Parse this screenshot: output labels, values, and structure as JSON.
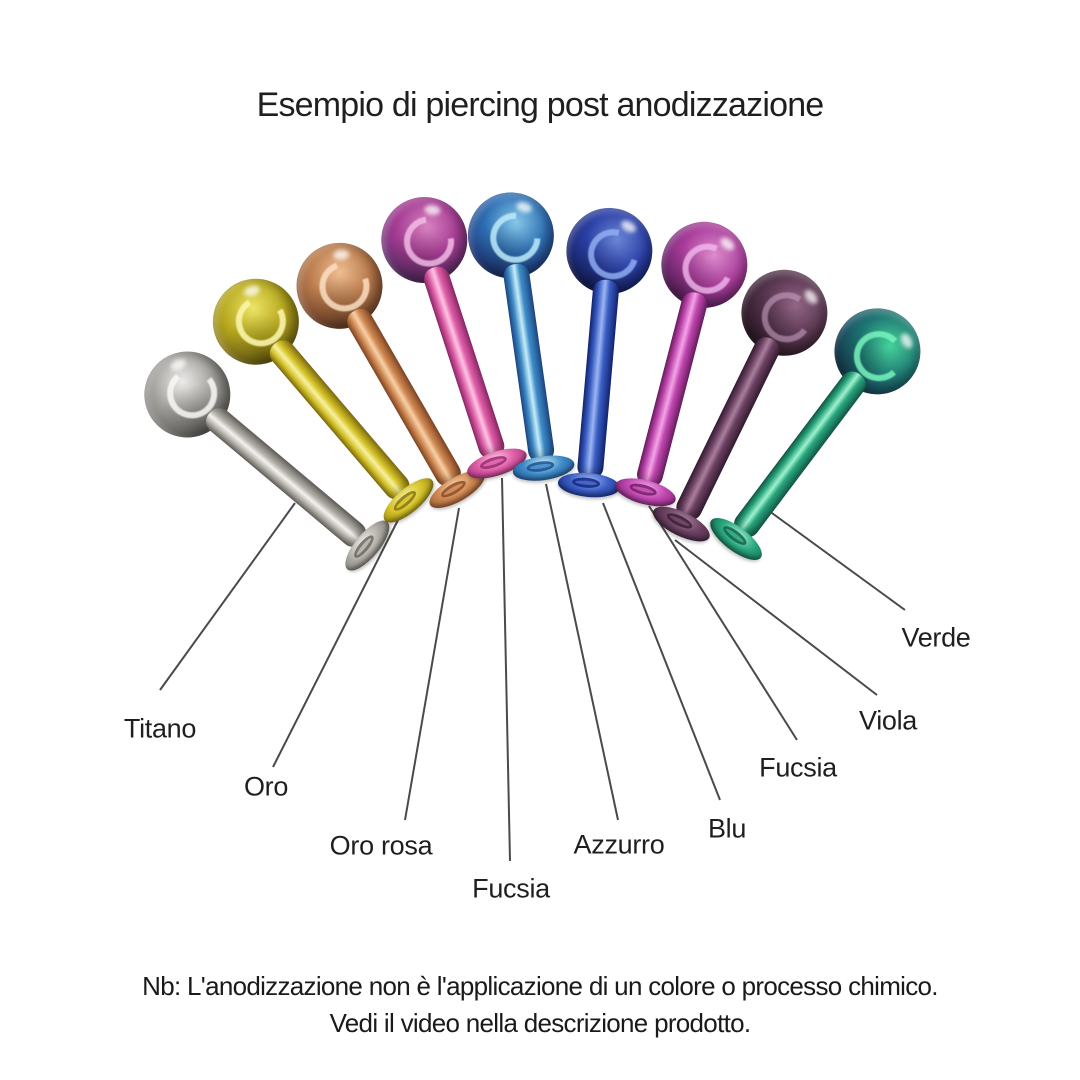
{
  "title": "Esempio di piercing post anodizzazione",
  "note": {
    "line1": "Nb: L'anodizzazione non è l'applicazione di un colore o processo chimico.",
    "line2": "Vedi il video nella descrizione prodotto."
  },
  "colors": {
    "background": "#ffffff",
    "text": "#1f1f1f",
    "leader_line": "#4a4a4a"
  },
  "items": [
    {
      "label": "Titano",
      "color_hex": "#a2a09c"
    },
    {
      "label": "Oro",
      "color_hex": "#b7a81e"
    },
    {
      "label": "Oro rosa",
      "color_hex": "#b97a4b"
    },
    {
      "label": "Fucsia",
      "color_hex": "#a53b92"
    },
    {
      "label": "Azzurro",
      "color_hex": "#2e6eb3"
    },
    {
      "label": "Blu",
      "color_hex": "#2a3fa5"
    },
    {
      "label": "Fucsia",
      "color_hex": "#aa3d9b"
    },
    {
      "label": "Viola",
      "color_hex": "#593750"
    },
    {
      "label": "Verde",
      "color_hex": "#1e7872"
    }
  ]
}
